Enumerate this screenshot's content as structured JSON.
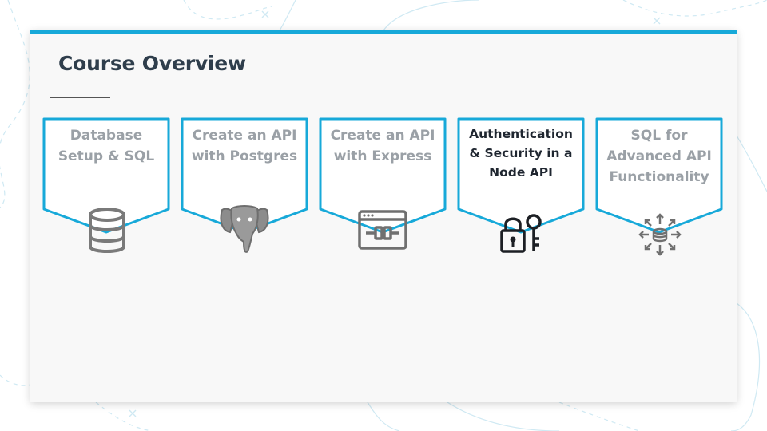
{
  "slide": {
    "title": "Course Overview",
    "accent_color": "#17a9d9"
  },
  "modules": [
    {
      "label": "Database Setup & SQL",
      "icon": "database-icon",
      "active": false
    },
    {
      "label": "Create an API with Postgres",
      "icon": "postgres-elephant-icon",
      "active": false
    },
    {
      "label": "Create an API with Express",
      "icon": "browser-plug-icon",
      "active": false
    },
    {
      "label": "Authentication & Security in a Node API",
      "icon": "lock-key-icon",
      "active": true
    },
    {
      "label": "SQL for Advanced API Functionality",
      "icon": "database-arrows-icon",
      "active": false
    }
  ]
}
